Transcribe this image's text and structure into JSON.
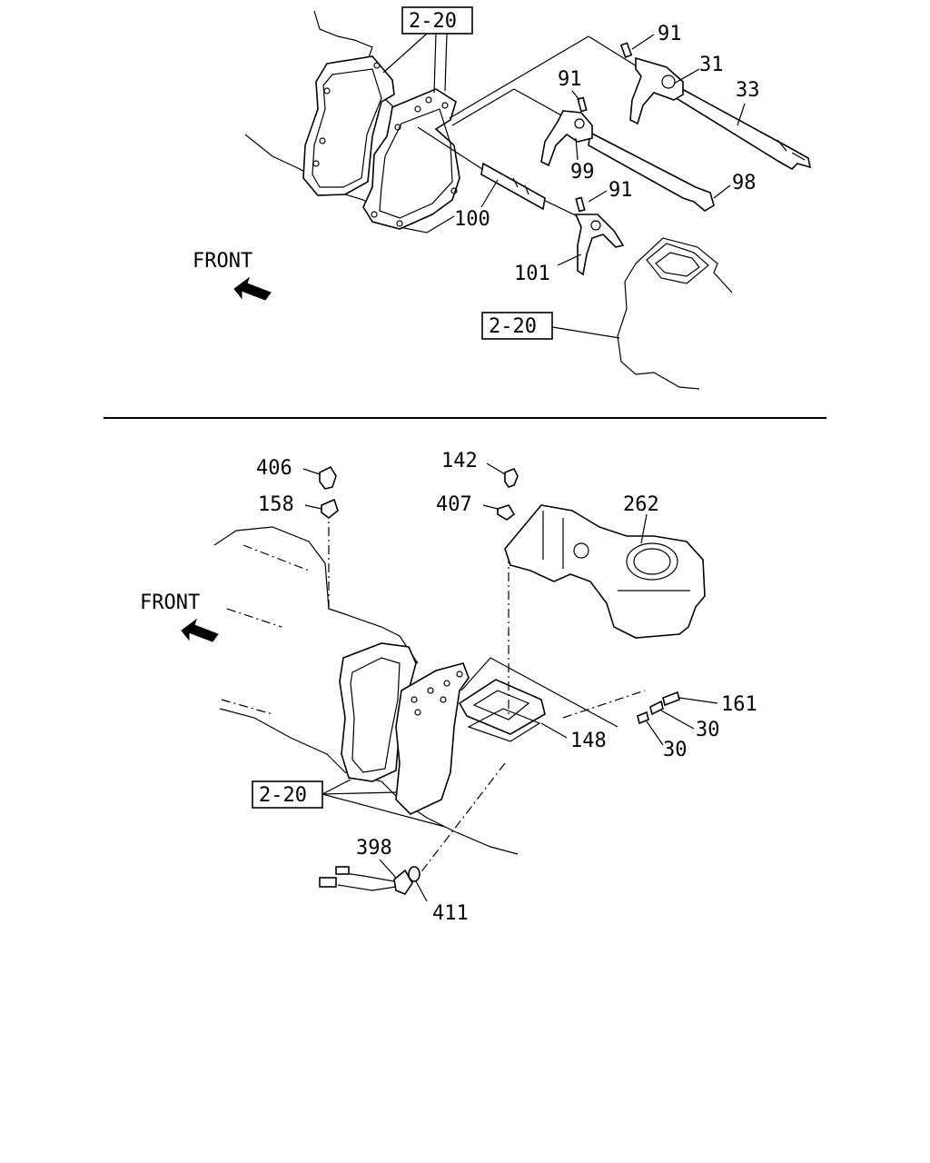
{
  "upper": {
    "front_label": "FRONT",
    "refs": [
      "2-20",
      "2-20"
    ],
    "callouts": {
      "c91a": "91",
      "c31": "31",
      "c33": "33",
      "c91b": "91",
      "c99": "99",
      "c91c": "91",
      "c98": "98",
      "c100": "100",
      "c101": "101"
    }
  },
  "lower": {
    "front_label": "FRONT",
    "ref": "2-20",
    "callouts": {
      "c406": "406",
      "c158": "158",
      "c142": "142",
      "c407": "407",
      "c262": "262",
      "c161": "161",
      "c30a": "30",
      "c30b": "30",
      "c148": "148",
      "c398": "398",
      "c411": "411"
    }
  },
  "icons": [
    "arrow-front-icon",
    "arrow-front-icon"
  ]
}
